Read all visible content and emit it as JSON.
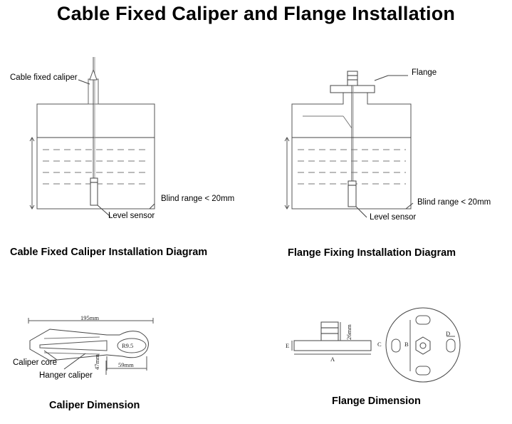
{
  "title": "Cable Fixed Caliper and Flange Installation",
  "left_diagram": {
    "caliper_label": "Cable fixed caliper",
    "blind_range": "Blind range  < 20mm",
    "sensor_label": "Level sensor",
    "caption": "Cable Fixed Caliper Installation Diagram"
  },
  "right_diagram": {
    "flange_label": "Flange",
    "blind_range": "Blind range  < 20mm",
    "sensor_label": "Level sensor",
    "caption": "Flange Fixing Installation Diagram"
  },
  "caliper_dimension": {
    "length": "195mm",
    "radius": "R9.5",
    "width": "59mm",
    "height": "47mm",
    "core_label": "Caliper core",
    "hanger_label": "Hanger caliper",
    "caption": "Caliper Dimension"
  },
  "flange_dimension": {
    "height": "26mm",
    "label_a": "A",
    "label_b": "B",
    "label_c": "C",
    "label_d": "D",
    "label_e": "E",
    "caption": "Flange Dimension"
  }
}
